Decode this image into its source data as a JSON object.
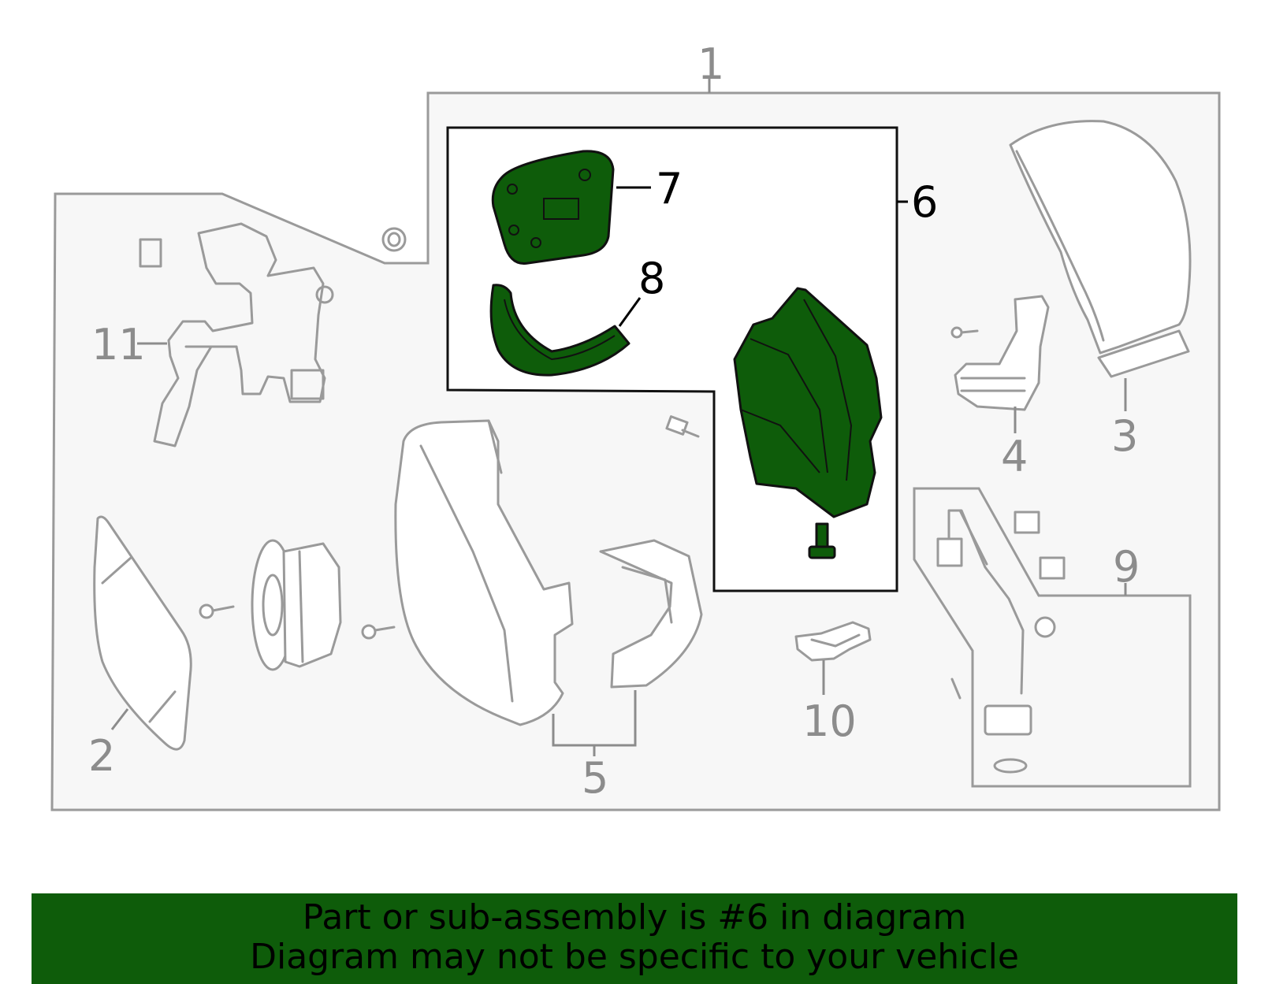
{
  "callouts": {
    "c1": "1",
    "c2": "2",
    "c3": "3",
    "c4": "4",
    "c5": "5",
    "c6": "6",
    "c7": "7",
    "c8": "8",
    "c9": "9",
    "c10": "10",
    "c11": "11"
  },
  "highlighted_part": "6",
  "colors": {
    "highlight": "#0e5c0a",
    "line": "#9a9a9a",
    "panel": "#f7f7f7"
  },
  "banner": {
    "line1": "Part or sub-assembly is #6 in diagram",
    "line2": "Diagram may not be specific to your vehicle"
  }
}
